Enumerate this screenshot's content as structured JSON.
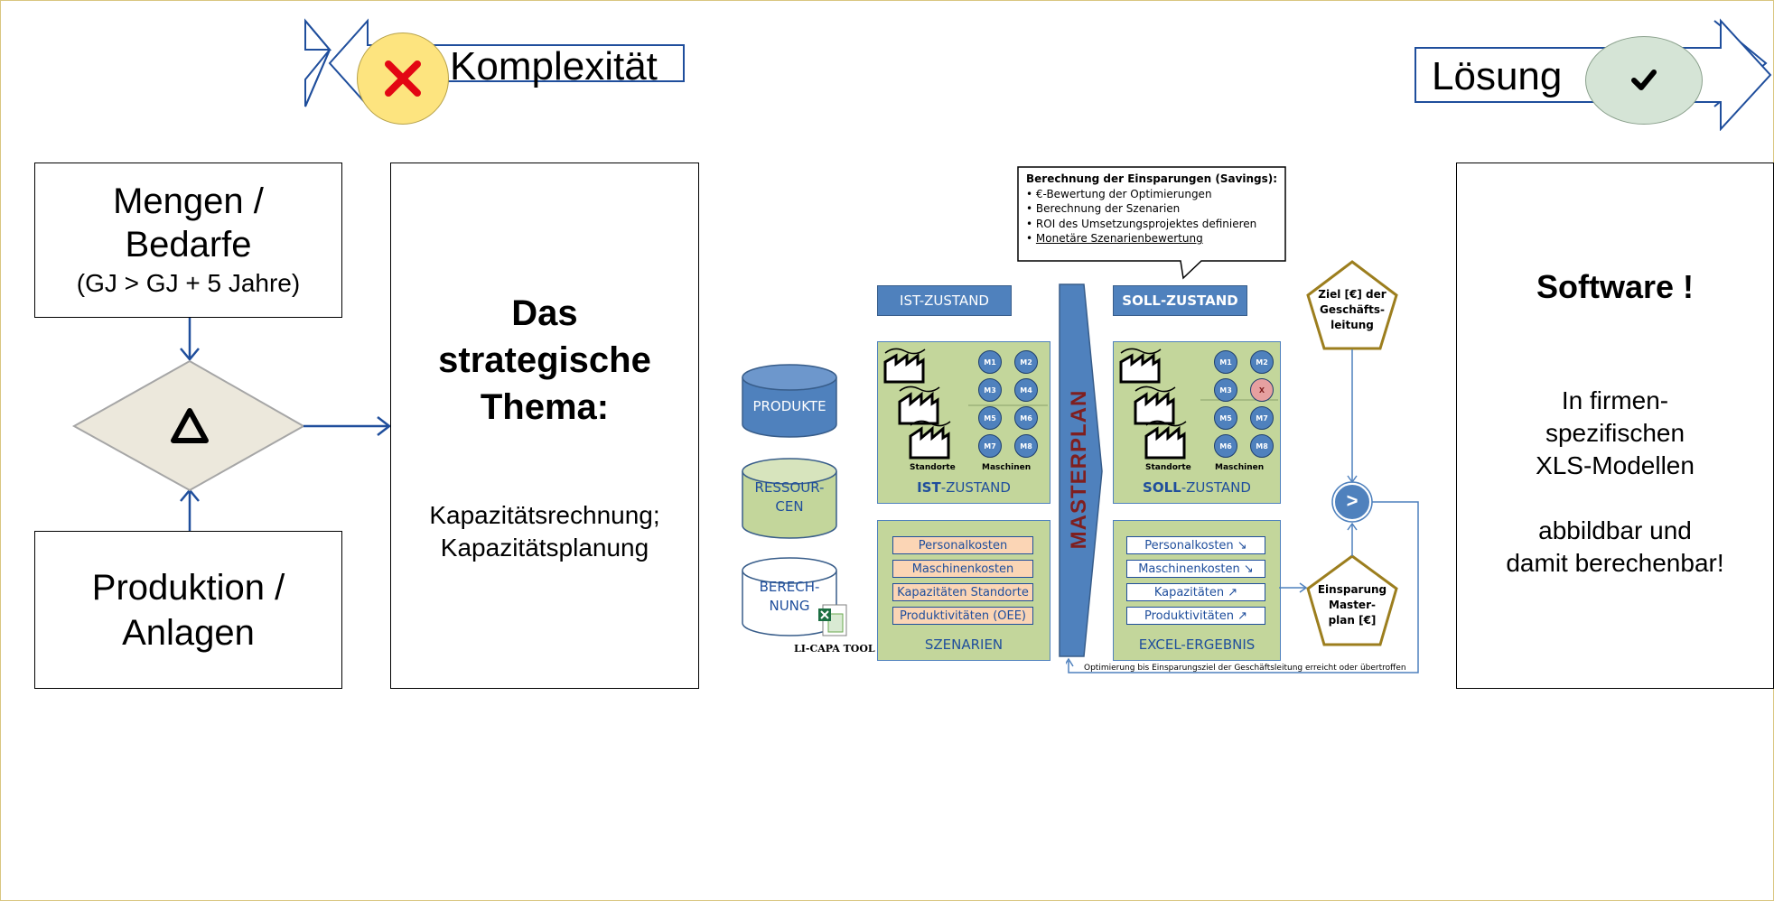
{
  "header": {
    "left_arrow_label": "Komplexität",
    "right_arrow_label": "Lösung"
  },
  "left_boxes": {
    "top_line1": "Mengen /",
    "top_line2": "Bedarfe",
    "top_sub": "(GJ > GJ + 5 Jahre)",
    "bottom_line1": "Produktion /",
    "bottom_line2": "Anlagen"
  },
  "topic_box": {
    "title_line1": "Das",
    "title_line2": "strategische",
    "title_line3": "Thema:",
    "body_line1": "Kapazitätsrechnung;",
    "body_line2": "Kapazitätsplanung"
  },
  "callout": {
    "title": "Berechnung der Einsparungen (Savings):",
    "bullets": [
      "€-Bewertung der Optimierungen",
      "Berechnung der Szenarien",
      "ROI des Umsetzungsprojektes definieren",
      "Monetäre Szenarienbewertung"
    ]
  },
  "databases": {
    "produkte": "PRODUKTE",
    "ressourcen_line1": "RESSOUR-",
    "ressourcen_line2": "CEN",
    "berechnung_line1": "BERECH-",
    "berechnung_line2": "NUNG",
    "tool_label": "LI-CAPA TOOL"
  },
  "ist": {
    "header": "IST-ZUSTAND",
    "label_bold": "IST",
    "label_rest": "-ZUSTAND",
    "standorte": "Standorte",
    "maschinen": "Maschinen",
    "machines": [
      "M1",
      "M2",
      "M3",
      "M4",
      "M5",
      "M6",
      "M7",
      "M8"
    ]
  },
  "soll": {
    "header": "SOLL-ZUSTAND",
    "label_bold": "SOLL",
    "label_rest": "-ZUSTAND",
    "standorte": "Standorte",
    "maschinen": "Maschinen",
    "machines": [
      "M1",
      "M2",
      "M3",
      "X",
      "M5",
      "M7",
      "M6",
      "M8"
    ]
  },
  "masterplan": "MASTERPLAN",
  "szenarien": {
    "items": [
      "Personalkosten",
      "Maschinenkosten",
      "Kapazitäten Standorte",
      "Produktivitäten (OEE)"
    ],
    "label": "SZENARIEN"
  },
  "ergebnis": {
    "items": [
      "Personalkosten ↘",
      "Maschinenkosten ↘",
      "Kapazitäten ↗",
      "Produktivitäten ↗"
    ],
    "label": "EXCEL-ERGEBNIS"
  },
  "ziel": {
    "line1": "Ziel [€] der",
    "line2": "Geschäfts-",
    "line3": "leitung"
  },
  "compare_symbol": ">",
  "einsparung": {
    "line1": "Einsparung",
    "line2": "Master-",
    "line3": "plan [€]"
  },
  "loop_text": "Optimierung bis Einsparungsziel der Geschäftsleitung erreicht oder übertroffen",
  "software_box": {
    "title": "Software !",
    "body_line1": "In firmen-",
    "body_line2": "spezifischen",
    "body_line3": "XLS-Modellen",
    "body_line4": "abbildbar und",
    "body_line5": "damit berechenbar!"
  },
  "colors": {
    "accent_blue": "#4f81bd",
    "green_panel": "#c3d69b",
    "orange_item": "#fbd5b5",
    "gold_outline": "#9c7e1e",
    "header_arrow_outline": "#1f4e9c"
  }
}
